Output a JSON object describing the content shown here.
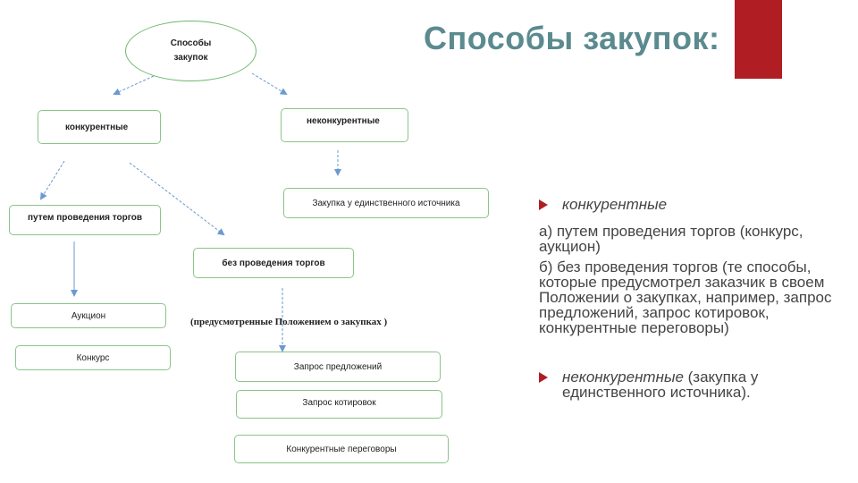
{
  "title": "Способы закупок:",
  "colors": {
    "accent": "#b01e23",
    "title": "#5b8a8f",
    "box_border": "#8bc48a",
    "arrow": "#6a9ad0"
  },
  "diagram": {
    "root": [
      "Способы",
      "закупок"
    ],
    "competitive": "конкурентные",
    "noncompetitive": "неконкурентные",
    "single_source": "Закупка у единственного источника",
    "via_tenders": "путем проведения торгов",
    "without_tenders": "без проведения торгов",
    "auction": "Аукцион",
    "contest": "Конкурс",
    "note": "(предусмотренные  Положением о закупках )",
    "request_proposals": "Запрос предложений",
    "request_quotes": "Запрос котировок",
    "negotiations": "Конкурентные переговоры"
  },
  "panel": {
    "bullet1": "конкурентные",
    "item_a": "а) путем проведения торгов (конкурс, аукцион)",
    "item_b": "б) без проведения торгов (те способы, которые предусмотрел заказчик в своем Положении о закупках, например, запрос предложений, запрос котировок, конкурентные переговоры)",
    "bullet2_italic": "неконкурентные",
    "bullet2_rest": " (закупка у единственного источника)."
  }
}
